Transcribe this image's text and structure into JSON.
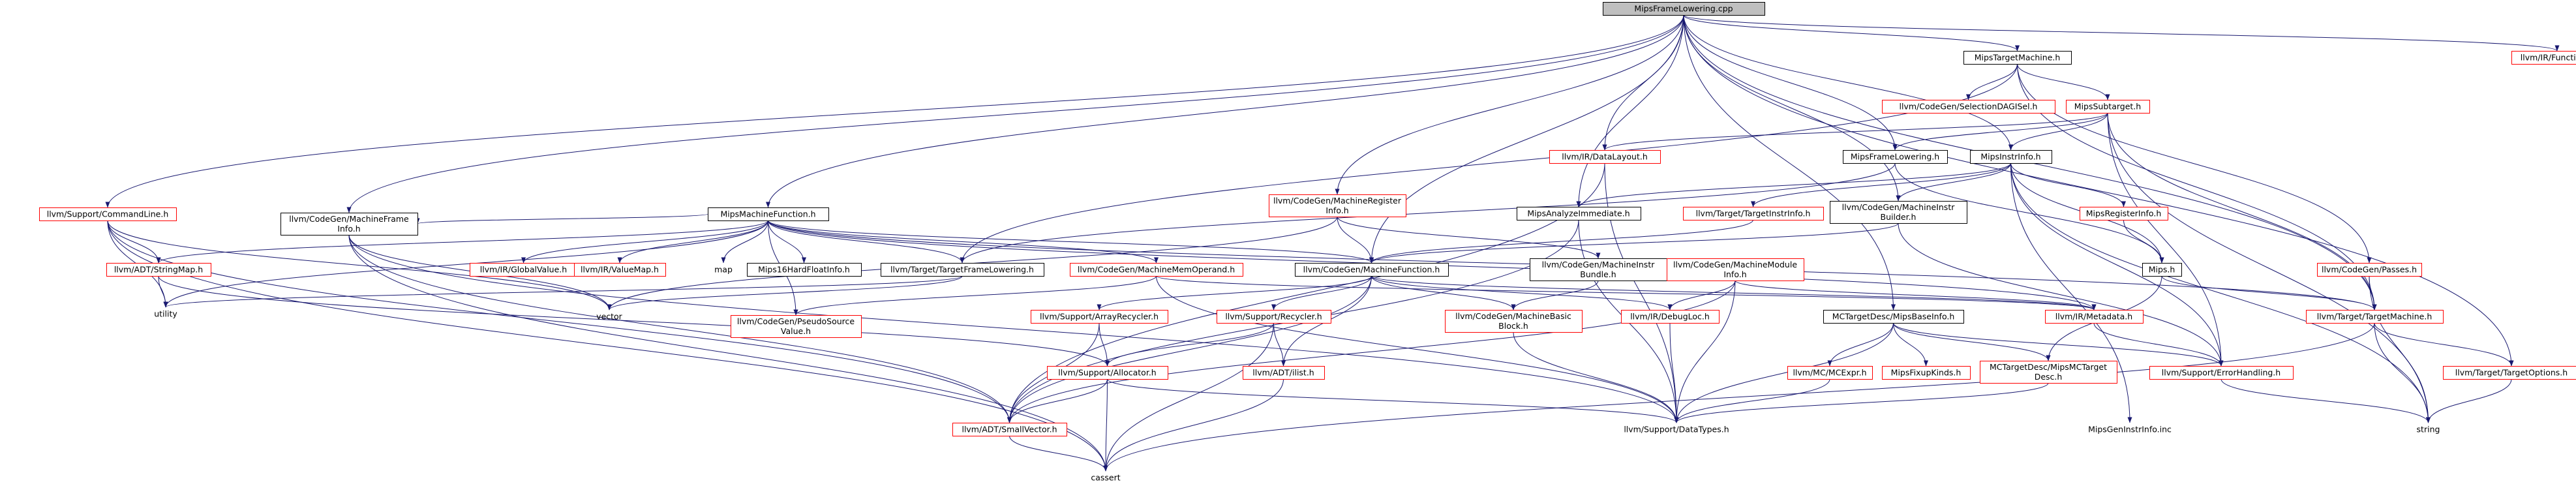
{
  "colors": {
    "edge": "#191970",
    "box_border_doc": "#000000",
    "box_border_nodoc": "#ff0000",
    "focus_fill": "#bfbfbf",
    "text": "#000000"
  },
  "nodes": [
    {
      "id": "root",
      "label": "MipsFrameLowering.cpp",
      "kind": "focus"
    },
    {
      "id": "cmdline",
      "label": "llvm/Support/CommandLine.h",
      "kind": "nodoc"
    },
    {
      "id": "mipsfunc",
      "label": "MipsMachineFunction.h",
      "kind": "doc"
    },
    {
      "id": "mfi",
      "label": [
        "llvm/CodeGen/MachineFrame",
        "Info.h"
      ],
      "kind": "doc"
    },
    {
      "id": "mri",
      "label": [
        "llvm/CodeGen/MachineRegister",
        "Info.h"
      ],
      "kind": "nodoc"
    },
    {
      "id": "dlayout",
      "label": "llvm/IR/DataLayout.h",
      "kind": "nodoc"
    },
    {
      "id": "mipsimm",
      "label": "MipsAnalyzeImmediate.h",
      "kind": "doc"
    },
    {
      "id": "mipsfl",
      "label": "MipsFrameLowering.h",
      "kind": "doc"
    },
    {
      "id": "mibuilder",
      "label": [
        "llvm/CodeGen/MachineInstr",
        "Builder.h"
      ],
      "kind": "doc"
    },
    {
      "id": "mipsinstr",
      "label": "MipsInstrInfo.h",
      "kind": "doc"
    },
    {
      "id": "mipstm",
      "label": "MipsTargetMachine.h",
      "kind": "doc"
    },
    {
      "id": "irfunc",
      "label": "llvm/IR/Function.h",
      "kind": "nodoc"
    },
    {
      "id": "mipssub",
      "label": "MipsSubtarget.h",
      "kind": "nodoc"
    },
    {
      "id": "seldag",
      "label": "llvm/CodeGen/SelectionDAGISel.h",
      "kind": "nodoc"
    },
    {
      "id": "passes",
      "label": "llvm/CodeGen/Passes.h",
      "kind": "nodoc"
    },
    {
      "id": "regi",
      "label": "MipsRegisterInfo.h",
      "kind": "nodoc"
    },
    {
      "id": "tii",
      "label": "llvm/Target/TargetInstrInfo.h",
      "kind": "nodoc"
    },
    {
      "id": "stringmap",
      "label": "llvm/ADT/StringMap.h",
      "kind": "nodoc"
    },
    {
      "id": "globalval",
      "label": "llvm/IR/GlobalValue.h",
      "kind": "nodoc"
    },
    {
      "id": "valuemap",
      "label": "llvm/IR/ValueMap.h",
      "kind": "nodoc"
    },
    {
      "id": "map",
      "label": "map",
      "kind": "plain"
    },
    {
      "id": "mips16",
      "label": "Mips16HardFloatInfo.h",
      "kind": "doc"
    },
    {
      "id": "tfl",
      "label": "llvm/Target/TargetFrameLowering.h",
      "kind": "doc"
    },
    {
      "id": "mmo",
      "label": "llvm/CodeGen/MachineMemOperand.h",
      "kind": "nodoc"
    },
    {
      "id": "mf",
      "label": "llvm/CodeGen/MachineFunction.h",
      "kind": "doc"
    },
    {
      "id": "mibundle",
      "label": [
        "llvm/CodeGen/MachineInstr",
        "Bundle.h"
      ],
      "kind": "doc"
    },
    {
      "id": "mmi",
      "label": [
        "llvm/CodeGen/MachineModule",
        "Info.h"
      ],
      "kind": "nodoc"
    },
    {
      "id": "mipsh",
      "label": "Mips.h",
      "kind": "doc"
    },
    {
      "id": "ttm",
      "label": "llvm/Target/TargetMachine.h",
      "kind": "nodoc"
    },
    {
      "id": "utility",
      "label": "utility",
      "kind": "plain"
    },
    {
      "id": "vector",
      "label": "vector",
      "kind": "plain"
    },
    {
      "id": "psv",
      "label": [
        "llvm/CodeGen/PseudoSource",
        "Value.h"
      ],
      "kind": "nodoc"
    },
    {
      "id": "arrayrec",
      "label": "llvm/Support/ArrayRecycler.h",
      "kind": "nodoc"
    },
    {
      "id": "recycler",
      "label": "llvm/Support/Recycler.h",
      "kind": "nodoc"
    },
    {
      "id": "mbb",
      "label": [
        "llvm/CodeGen/MachineBasic",
        "Block.h"
      ],
      "kind": "nodoc"
    },
    {
      "id": "debugloc",
      "label": "llvm/IR/DebugLoc.h",
      "kind": "nodoc"
    },
    {
      "id": "metadata",
      "label": "llvm/IR/Metadata.h",
      "kind": "nodoc"
    },
    {
      "id": "mcbase",
      "label": "MCTargetDesc/MipsBaseInfo.h",
      "kind": "doc"
    },
    {
      "id": "allocator",
      "label": "llvm/Support/Allocator.h",
      "kind": "nodoc"
    },
    {
      "id": "ilist",
      "label": "llvm/ADT/ilist.h",
      "kind": "nodoc"
    },
    {
      "id": "mcexpr",
      "label": "llvm/MC/MCExpr.h",
      "kind": "nodoc"
    },
    {
      "id": "fixup",
      "label": "MipsFixupKinds.h",
      "kind": "nodoc"
    },
    {
      "id": "mctarget",
      "label": [
        "MCTargetDesc/MipsMCTarget",
        "Desc.h"
      ],
      "kind": "nodoc"
    },
    {
      "id": "errh",
      "label": "llvm/Support/ErrorHandling.h",
      "kind": "nodoc"
    },
    {
      "id": "topts",
      "label": "llvm/Target/TargetOptions.h",
      "kind": "nodoc"
    },
    {
      "id": "smallvec",
      "label": "llvm/ADT/SmallVector.h",
      "kind": "nodoc"
    },
    {
      "id": "datatypes",
      "label": "llvm/Support/DataTypes.h",
      "kind": "plain"
    },
    {
      "id": "geninstr",
      "label": "MipsGenInstrInfo.inc",
      "kind": "plain"
    },
    {
      "id": "string",
      "label": "string",
      "kind": "plain"
    },
    {
      "id": "cassert",
      "label": "cassert",
      "kind": "plain"
    }
  ],
  "edges": [
    [
      "root",
      "cmdline"
    ],
    [
      "root",
      "mipsfunc"
    ],
    [
      "root",
      "mfi"
    ],
    [
      "root",
      "mri"
    ],
    [
      "root",
      "dlayout"
    ],
    [
      "root",
      "mipsimm"
    ],
    [
      "root",
      "mipsfl"
    ],
    [
      "root",
      "mibuilder"
    ],
    [
      "root",
      "mipsinstr"
    ],
    [
      "root",
      "mipstm"
    ],
    [
      "root",
      "irfunc"
    ],
    [
      "root",
      "mf"
    ],
    [
      "root",
      "ttm"
    ],
    [
      "root",
      "topts"
    ],
    [
      "root",
      "mcbase"
    ],
    [
      "cmdline",
      "stringmap"
    ],
    [
      "cmdline",
      "utility"
    ],
    [
      "cmdline",
      "vector"
    ],
    [
      "cmdline",
      "smallvec"
    ],
    [
      "cmdline",
      "cassert"
    ],
    [
      "stringmap",
      "utility"
    ],
    [
      "stringmap",
      "allocator"
    ],
    [
      "mipsfunc",
      "stringmap"
    ],
    [
      "mipsfunc",
      "mfi"
    ],
    [
      "mipsfunc",
      "globalval"
    ],
    [
      "mipsfunc",
      "valuemap"
    ],
    [
      "mipsfunc",
      "map"
    ],
    [
      "mipsfunc",
      "mips16"
    ],
    [
      "mipsfunc",
      "tfl"
    ],
    [
      "mipsfunc",
      "mmo"
    ],
    [
      "mipsfunc",
      "mf"
    ],
    [
      "mipsfunc",
      "psv"
    ],
    [
      "mipsfunc",
      "utility"
    ],
    [
      "mipsfunc",
      "ttm"
    ],
    [
      "mipsfunc",
      "metadata"
    ],
    [
      "mfi",
      "vector"
    ],
    [
      "mfi",
      "smallvec"
    ],
    [
      "mfi",
      "cassert"
    ],
    [
      "mfi",
      "datatypes"
    ],
    [
      "mri",
      "mf"
    ],
    [
      "mri",
      "vector"
    ],
    [
      "mri",
      "mibundle"
    ],
    [
      "dlayout",
      "smallvec"
    ],
    [
      "dlayout",
      "datatypes"
    ],
    [
      "mipsimm",
      "smallvec"
    ],
    [
      "mipsimm",
      "datatypes"
    ],
    [
      "mipsfl",
      "mipsh"
    ],
    [
      "mipsfl",
      "tfl"
    ],
    [
      "mibuilder",
      "mf"
    ],
    [
      "mibuilder",
      "errh"
    ],
    [
      "mipsinstr",
      "mipsimm"
    ],
    [
      "mipsinstr",
      "tii"
    ],
    [
      "mipsinstr",
      "mibuilder"
    ],
    [
      "mipsinstr",
      "regi"
    ],
    [
      "mipsinstr",
      "mipsh"
    ],
    [
      "mipsinstr",
      "errh"
    ],
    [
      "mipsinstr",
      "geninstr"
    ],
    [
      "mipsinstr",
      "string"
    ],
    [
      "mipstm",
      "mipssub"
    ],
    [
      "mipstm",
      "seldag"
    ],
    [
      "mipstm",
      "passes"
    ],
    [
      "mipstm",
      "ttm"
    ],
    [
      "mipstm",
      "tfl"
    ],
    [
      "mipssub",
      "dlayout"
    ],
    [
      "mipssub",
      "mipsfl"
    ],
    [
      "mipssub",
      "mipsinstr"
    ],
    [
      "mipssub",
      "ttm"
    ],
    [
      "mipssub",
      "string"
    ],
    [
      "mipssub",
      "errh"
    ],
    [
      "passes",
      "ttm"
    ],
    [
      "passes",
      "string"
    ],
    [
      "regi",
      "mipsh"
    ],
    [
      "tii",
      "mf"
    ],
    [
      "tfl",
      "utility"
    ],
    [
      "tfl",
      "vector"
    ],
    [
      "mmo",
      "metadata"
    ],
    [
      "mmo",
      "datatypes"
    ],
    [
      "mmo",
      "psv"
    ],
    [
      "mf",
      "arrayrec"
    ],
    [
      "mf",
      "recycler"
    ],
    [
      "mf",
      "mbb"
    ],
    [
      "mf",
      "debugloc"
    ],
    [
      "mf",
      "metadata"
    ],
    [
      "mf",
      "ilist"
    ],
    [
      "mf",
      "smallvec"
    ],
    [
      "mibundle",
      "mbb"
    ],
    [
      "mmi",
      "debugloc"
    ],
    [
      "mmi",
      "metadata"
    ],
    [
      "mmi",
      "smallvec"
    ],
    [
      "mmi",
      "datatypes"
    ],
    [
      "mipsh",
      "mctarget"
    ],
    [
      "mipsh",
      "ttm"
    ],
    [
      "ttm",
      "topts"
    ],
    [
      "ttm",
      "string"
    ],
    [
      "ttm",
      "cassert"
    ],
    [
      "arrayrec",
      "allocator"
    ],
    [
      "arrayrec",
      "smallvec"
    ],
    [
      "recycler",
      "allocator"
    ],
    [
      "recycler",
      "ilist"
    ],
    [
      "recycler",
      "cassert"
    ],
    [
      "mbb",
      "datatypes"
    ],
    [
      "debugloc",
      "datatypes"
    ],
    [
      "metadata",
      "errh"
    ],
    [
      "mcbase",
      "mcexpr"
    ],
    [
      "mcbase",
      "fixup"
    ],
    [
      "mcbase",
      "errh"
    ],
    [
      "mcbase",
      "mctarget"
    ],
    [
      "mcbase",
      "datatypes"
    ],
    [
      "allocator",
      "smallvec"
    ],
    [
      "allocator",
      "datatypes"
    ],
    [
      "allocator",
      "cassert"
    ],
    [
      "ilist",
      "cassert"
    ],
    [
      "mcexpr",
      "datatypes"
    ],
    [
      "mctarget",
      "datatypes"
    ],
    [
      "errh",
      "string"
    ],
    [
      "topts",
      "string"
    ],
    [
      "smallvec",
      "cassert"
    ]
  ]
}
